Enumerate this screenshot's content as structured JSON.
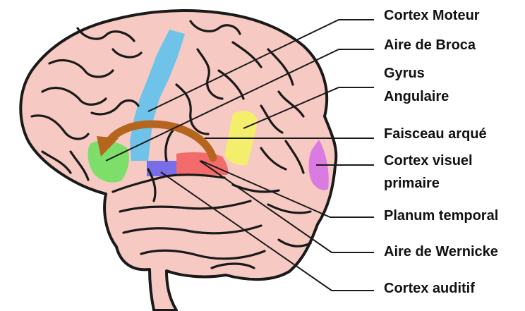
{
  "colors": {
    "brain_fill": "#f6c9c3",
    "outline": "#1a1a1a",
    "motor_cortex": "#6fc3e8",
    "broca_area": "#7dde6a",
    "angular_gyrus": "#f3ee6c",
    "arcuate_fasciculus": "#b5651d",
    "visual_cortex": "#d97be0",
    "planum_temporale": "#f46b6b",
    "wernicke_area": "#f46b6b",
    "auditory_cortex": "#7a6ee8"
  },
  "labels": {
    "motor_cortex": "Cortex Moteur",
    "broca_area": "Aire de Broca",
    "angular_gyrus_line1": "Gyrus",
    "angular_gyrus_line2": "Angulaire",
    "arcuate_fasciculus": "Faisceau arqué",
    "visual_cortex_line1": "Cortex visuel",
    "visual_cortex_line2": "primaire",
    "planum_temporale": "Planum temporal",
    "wernicke_area": "Aire de Wernicke",
    "auditory_cortex": "Cortex auditif"
  }
}
